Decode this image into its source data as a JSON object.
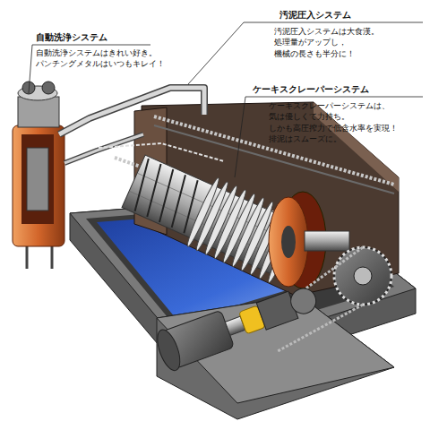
{
  "diagram": {
    "labels": [
      "汚泥圧入システム",
      "汚泥圧入システムは大食漢。 処理量がアップし，機械の長さも半分に！",
      "自動洗浄システム",
      "自動洗浄システムはきれい好き。 パンチングメタルはいつもキレイ！",
      "ケーキスクレーパーシステム",
      "ケーキスクレーパーシステムは、 気は優しくて力持ち。 しかも高圧搾力で低含水率を実現！ 排泥はスムーズに。"
    ]
  }
}
